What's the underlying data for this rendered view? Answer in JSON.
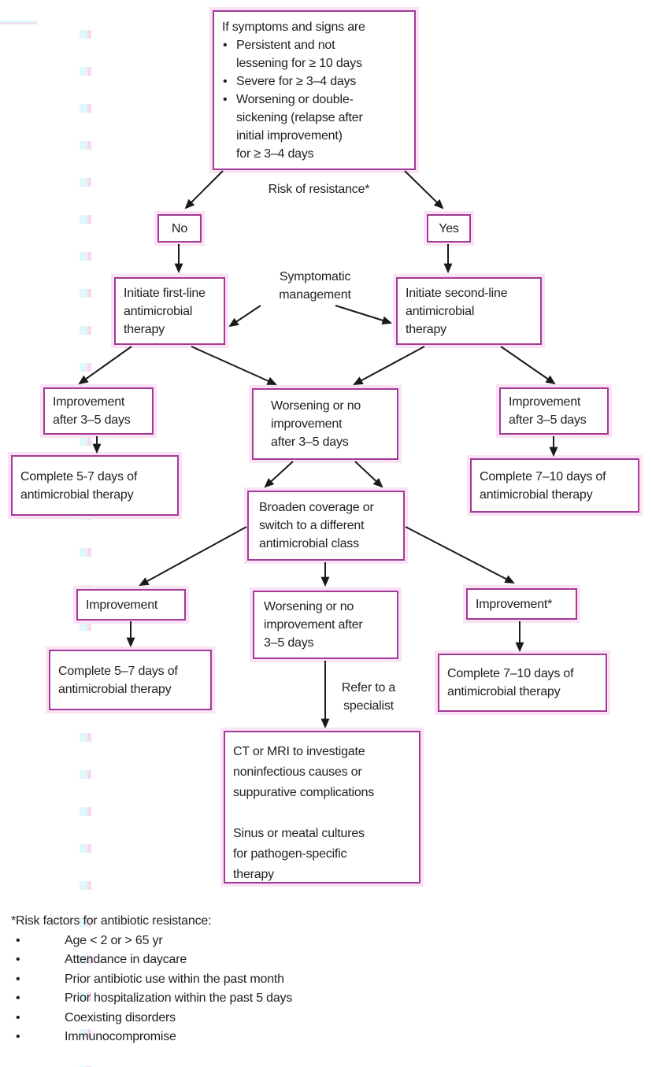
{
  "theme": {
    "box-border": "#a43a97",
    "box-halo": "#fbe3f6",
    "text": "#242021",
    "arrow": "#1a1a1a",
    "artifact-cyan": "#dff8fa",
    "artifact-pink": "#f9d8ef",
    "background": "#ffffff"
  },
  "symbols": {
    "bullet": "•"
  },
  "flowchart": {
    "symptoms": {
      "title": "If symptoms and signs are",
      "items": [
        {
          "lines": [
            "Persistent and not",
            "lessening for ≥ 10 days"
          ]
        },
        {
          "lines": [
            "Severe for ≥ 3–4 days"
          ]
        },
        {
          "lines": [
            "Worsening or double-",
            "sickening (relapse after",
            "initial improvement)",
            "for ≥ 3–4 days"
          ]
        }
      ]
    },
    "risk_label": "Risk of resistance*",
    "no": "No",
    "yes": "Yes",
    "symptomatic_label": {
      "lines": [
        "Symptomatic",
        "management"
      ]
    },
    "first_line": {
      "lines": [
        "Initiate first-line",
        "antimicrobial",
        "therapy"
      ]
    },
    "second_line": {
      "lines": [
        "Initiate second-line",
        "antimicrobial",
        "therapy"
      ]
    },
    "improvement_left": {
      "lines": [
        "Improvement",
        "after 3–5 days"
      ]
    },
    "worsening_upper": {
      "lines": [
        "Worsening or no",
        "improvement",
        "after 3–5 days"
      ]
    },
    "improvement_right": {
      "lines": [
        "Improvement",
        "after 3–5 days"
      ]
    },
    "complete_5_7_upper": {
      "lines": [
        "Complete 5-7 days of",
        "antimicrobial therapy"
      ]
    },
    "complete_7_10_upper": {
      "lines": [
        "Complete 7–10 days of",
        "antimicrobial therapy"
      ]
    },
    "broaden": {
      "lines": [
        "Broaden coverage or",
        "switch to a different",
        "antimicrobial class"
      ]
    },
    "improvement_2": {
      "lines": [
        "Improvement"
      ]
    },
    "worsening_lower": {
      "lines": [
        "Worsening or no",
        "improvement after",
        "3–5 days"
      ]
    },
    "improvement_2_star": {
      "lines": [
        "Improvement*"
      ]
    },
    "complete_5_7_lower": {
      "lines": [
        "Complete 5–7 days of",
        "antimicrobial therapy"
      ]
    },
    "complete_7_10_lower": {
      "lines": [
        "Complete 7–10 days of",
        "antimicrobial therapy"
      ]
    },
    "refer_label": {
      "lines": [
        "Refer to a",
        "specialist"
      ]
    },
    "ct_mri": {
      "para1": [
        "CT or MRI to investigate",
        "noninfectious causes or",
        "suppurative complications"
      ],
      "para2": [
        "Sinus or meatal cultures",
        "for pathogen-specific",
        "therapy"
      ]
    }
  },
  "footnote": {
    "heading": "*Risk factors for antibiotic resistance:",
    "items": [
      "Age < 2 or > 65 yr",
      "Attendance in daycare",
      "Prior antibiotic use within the past month",
      "Prior hospitalization within the past 5 days",
      "Coexisting disorders",
      "Immunocompromise"
    ]
  }
}
